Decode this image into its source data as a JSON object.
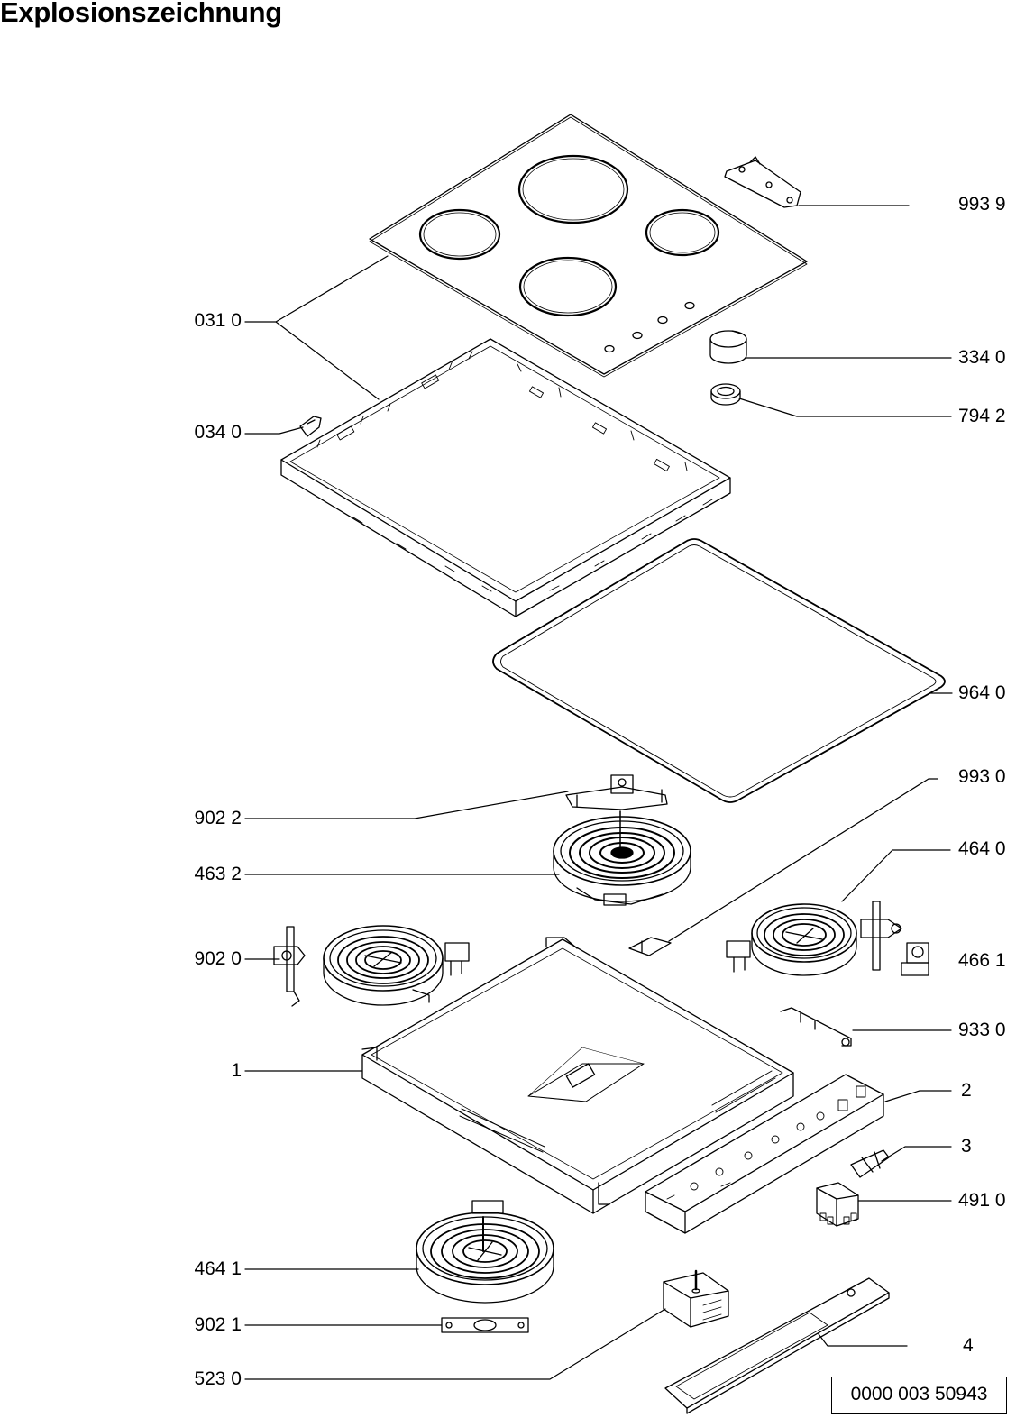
{
  "title": "Explosionszeichnung",
  "document_number": "0000 003 50943",
  "parts": [
    {
      "id": "p-9939",
      "label": "993 9"
    },
    {
      "id": "p-0310",
      "label": "031 0"
    },
    {
      "id": "p-3340",
      "label": "334 0"
    },
    {
      "id": "p-7942",
      "label": "794 2"
    },
    {
      "id": "p-0340",
      "label": "034 0"
    },
    {
      "id": "p-9640",
      "label": "964 0"
    },
    {
      "id": "p-9930",
      "label": "993 0"
    },
    {
      "id": "p-9022",
      "label": "902 2"
    },
    {
      "id": "p-4640",
      "label": "464 0"
    },
    {
      "id": "p-4632",
      "label": "463 2"
    },
    {
      "id": "p-9020",
      "label": "902 0"
    },
    {
      "id": "p-4661",
      "label": "466 1"
    },
    {
      "id": "p-9330",
      "label": "933 0"
    },
    {
      "id": "p-1",
      "label": "1"
    },
    {
      "id": "p-2",
      "label": "2"
    },
    {
      "id": "p-3",
      "label": "3"
    },
    {
      "id": "p-4910",
      "label": "491 0"
    },
    {
      "id": "p-4641",
      "label": "464 1"
    },
    {
      "id": "p-9021",
      "label": "902 1"
    },
    {
      "id": "p-4",
      "label": "4"
    },
    {
      "id": "p-5230",
      "label": "523 0"
    }
  ]
}
